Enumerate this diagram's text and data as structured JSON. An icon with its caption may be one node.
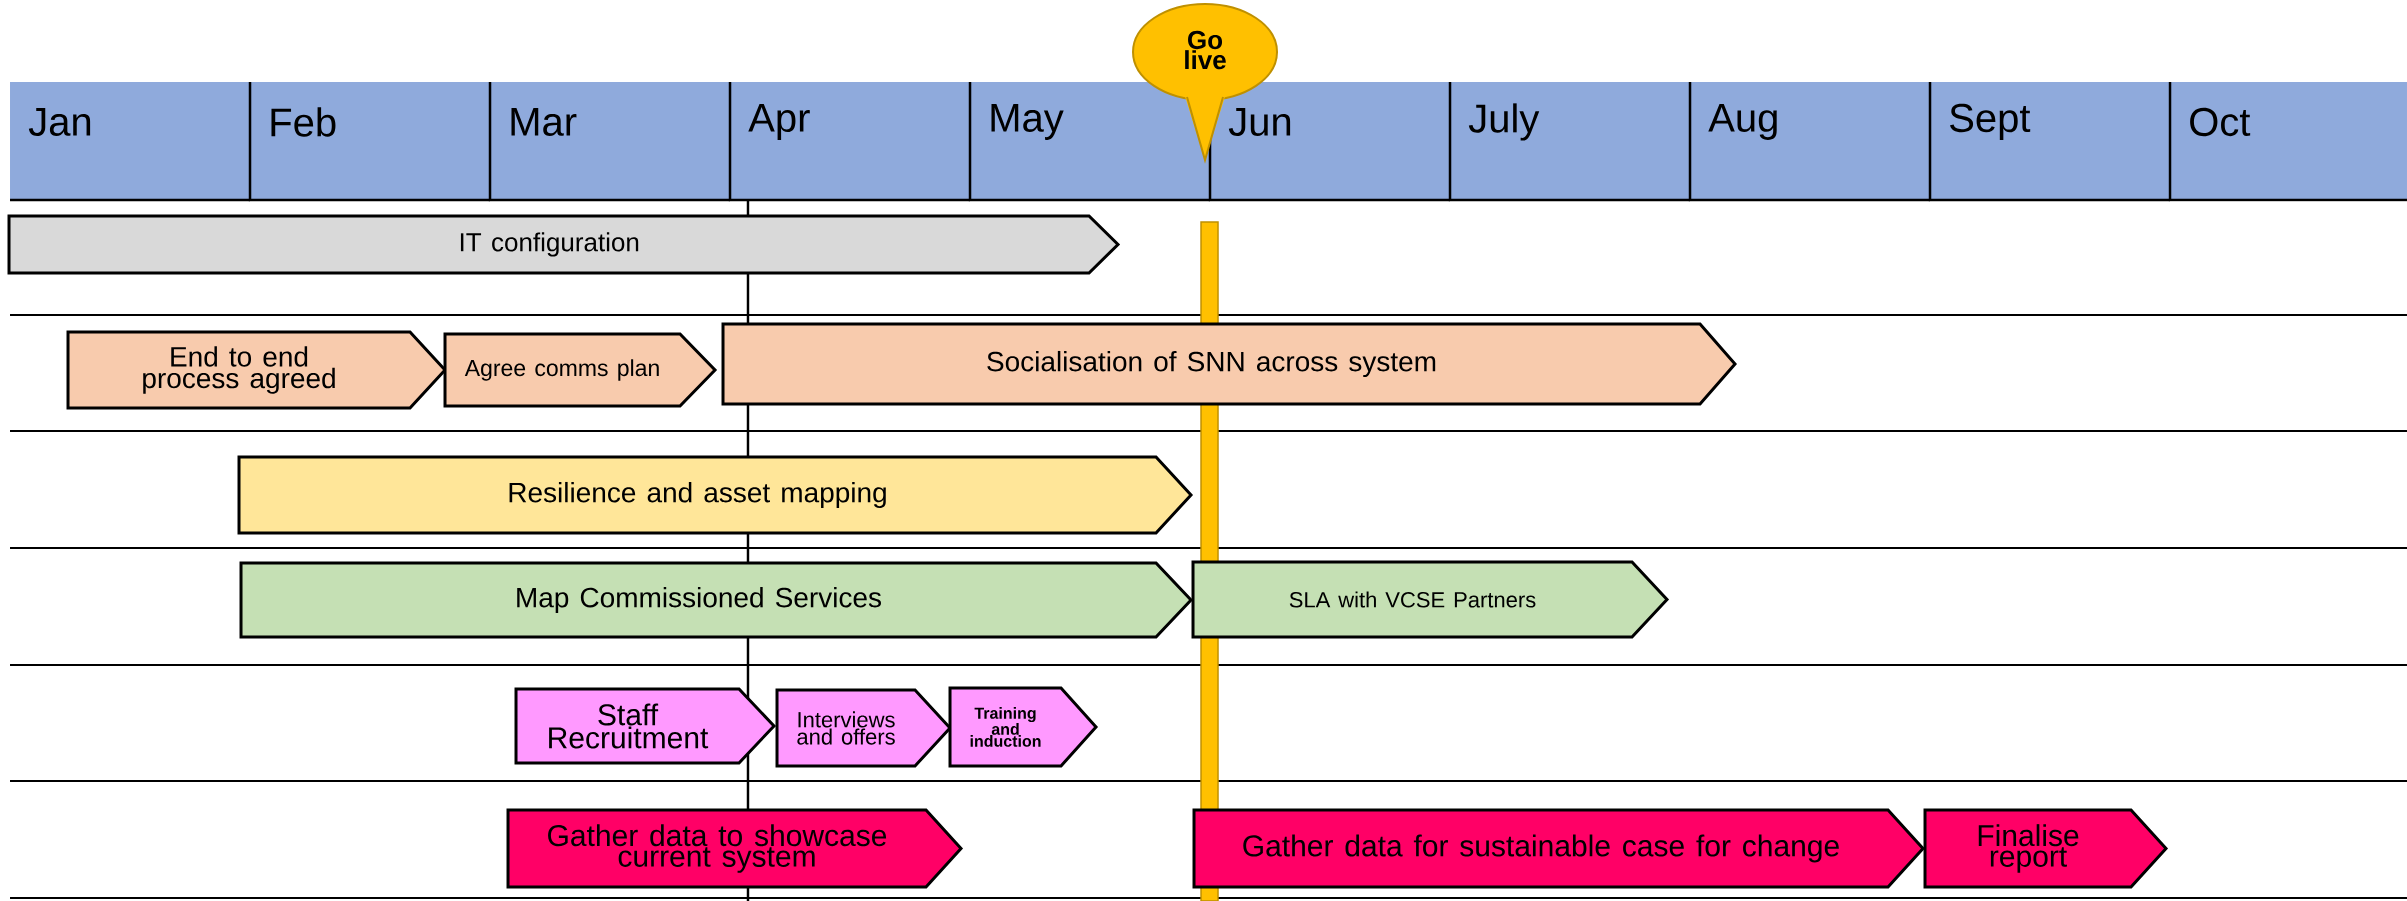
{
  "diagram": {
    "nodes": [
      {
        "text": [
          "Go live"
        ]
      },
      {
        "text": [
          "Jan"
        ]
      },
      {
        "text": [
          "Feb"
        ]
      },
      {
        "text": [
          "Mar"
        ]
      },
      {
        "text": [
          "Apr"
        ]
      },
      {
        "text": [
          "May"
        ]
      },
      {
        "text": [
          "Jun"
        ]
      },
      {
        "text": [
          "July"
        ]
      },
      {
        "text": [
          "Aug"
        ]
      },
      {
        "text": [
          "Sept"
        ]
      },
      {
        "text": [
          "Oct"
        ]
      },
      {
        "text": [
          "IT configuration"
        ]
      },
      {
        "text": [
          "End to end process agreed"
        ]
      },
      {
        "text": [
          "Agree comms plan"
        ]
      },
      {
        "text": [
          "Socialisation of SNN across system"
        ]
      },
      {
        "text": [
          "Resilience and asset mapping"
        ]
      },
      {
        "text": [
          "Map Commissioned Services"
        ]
      },
      {
        "text": [
          "SLA with VCSE Partners"
        ]
      },
      {
        "text": [
          "Staff Recruitment"
        ]
      },
      {
        "text": [
          "Interviews and offers"
        ]
      },
      {
        "text": [
          "Training and induction"
        ]
      },
      {
        "text": [
          "Gather data to showcase current system"
        ]
      },
      {
        "text": [
          "Gather data for sustainable case for change"
        ]
      },
      {
        "text": [
          "Finalise report"
        ]
      }
    ]
  }
}
